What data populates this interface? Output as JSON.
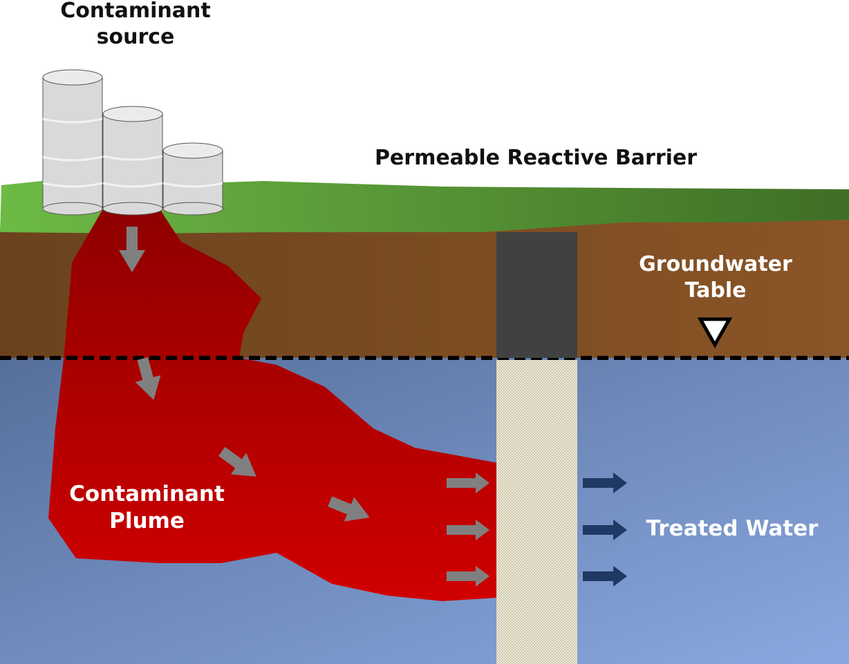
{
  "title": "Permeable Reactive Barrier",
  "labels": {
    "source": [
      "Contaminant",
      "source"
    ],
    "barrier": "Permeable Reactive Barrier",
    "groundwater": [
      "Groundwater",
      "Table"
    ],
    "plume": [
      "Contaminant",
      "Plume"
    ],
    "treated": "Treated Water"
  },
  "colors": {
    "grass": "#5ea63a",
    "soil": "#7a4a20",
    "water": "#6f8fc4",
    "plume": "#b80000",
    "barrier_top": "#414141",
    "barrier_fill": "#e4e0cc",
    "flow_arrow": "#808080",
    "treated_arrow": "#1f3864",
    "drum": "#d9d9d9"
  },
  "icons": {
    "drums": "storage-drum-icon",
    "water_table_marker": "water-table-triangle-icon"
  }
}
